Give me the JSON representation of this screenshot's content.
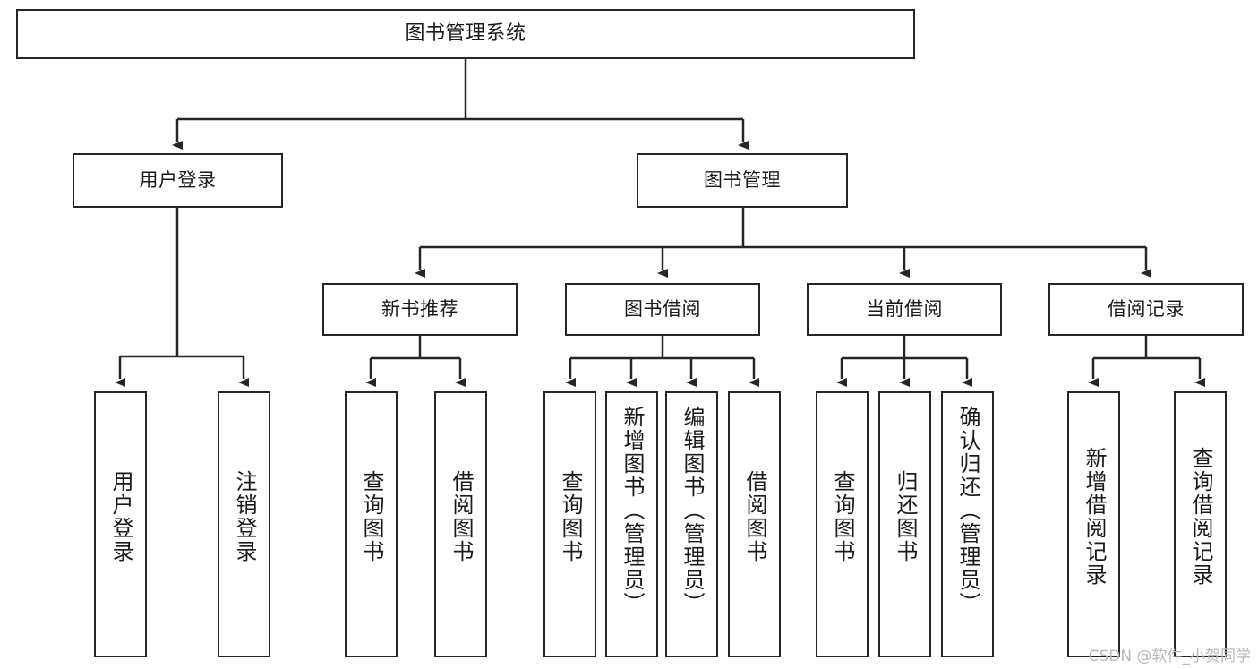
{
  "diagram": {
    "type": "tree",
    "title": "图书管理系统",
    "colors": {
      "background": "#ffffff",
      "box_border": "#262626",
      "box_fill": "#ffffff",
      "text": "#1a1a1a",
      "edge": "#262626",
      "watermark": "#b9b9b9"
    },
    "root": {
      "label": "图书管理系统"
    },
    "level2": [
      {
        "label": "用户登录"
      },
      {
        "label": "图书管理"
      }
    ],
    "level3": [
      {
        "label": "新书推荐"
      },
      {
        "label": "图书借阅"
      },
      {
        "label": "当前借阅"
      },
      {
        "label": "借阅记录"
      }
    ],
    "leaves": {
      "user_login": [
        {
          "label": "用户登录"
        },
        {
          "label": "注销登录"
        }
      ],
      "new_book_recommend": [
        {
          "label": "查询图书"
        },
        {
          "label": "借阅图书"
        }
      ],
      "book_borrow": [
        {
          "label": "查询图书"
        },
        {
          "label": "新增图书（管理员）"
        },
        {
          "label": "编辑图书（管理员）"
        },
        {
          "label": "借阅图书"
        }
      ],
      "current_borrow": [
        {
          "label": "查询图书"
        },
        {
          "label": "归还图书"
        },
        {
          "label": "确认归还（管理员）"
        }
      ],
      "borrow_records": [
        {
          "label": "新增借阅记录"
        },
        {
          "label": "查询借阅记录"
        }
      ]
    },
    "watermark": "CSDN @软件_小贺同学"
  }
}
